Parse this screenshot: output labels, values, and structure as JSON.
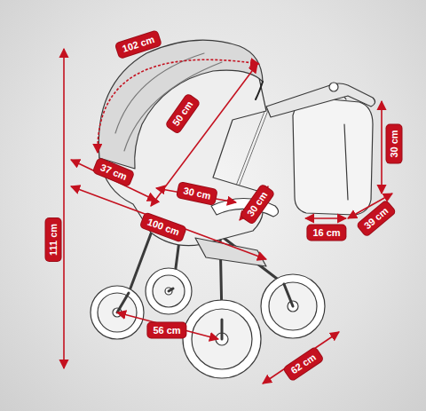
{
  "diagram": {
    "labels": [
      "102 cm",
      "50 cm",
      "30 cm",
      "37 cm",
      "30 cm",
      "30 cm",
      "39 cm",
      "16 cm",
      "100 cm",
      "111 cm",
      "56 cm",
      "62 cm"
    ]
  }
}
